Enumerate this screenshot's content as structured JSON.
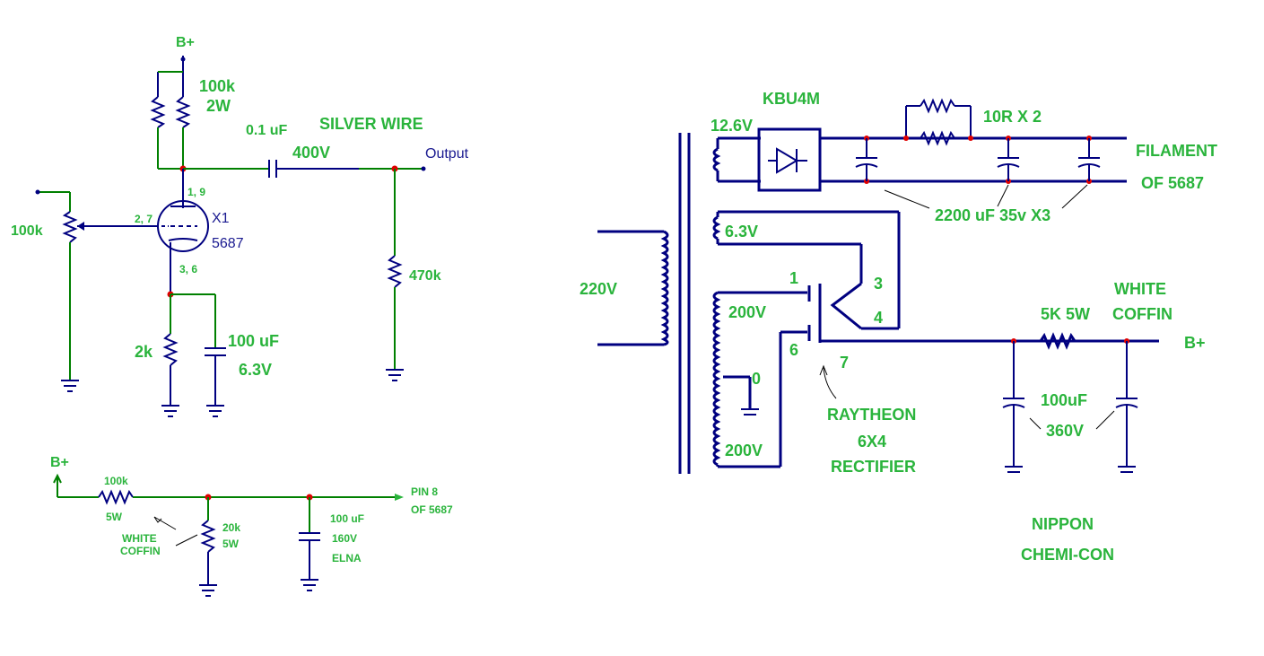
{
  "amp": {
    "b_plus": "B+",
    "plate_res_value": "100k",
    "plate_res_power": "2W",
    "coupling_cap_value": "0.1 uF",
    "coupling_cap_voltage": "400V",
    "silver_wire": "SILVER WIRE",
    "output": "Output",
    "tube_pins_plate": "1, 9",
    "tube_pins_grid": "2, 7",
    "tube_pins_cathode": "3, 6",
    "tube_ref": "X1",
    "tube_type": "5687",
    "volume_pot": "100k",
    "load_res": "470k",
    "cathode_res": "2k",
    "cathode_cap_value": "100 uF",
    "cathode_cap_voltage": "6.3V"
  },
  "filter": {
    "b_plus": "B+",
    "res_value": "100k",
    "res_power": "5W",
    "white": "WHITE",
    "coffin": "COFFIN",
    "res2_value": "20k",
    "res2_power": "5W",
    "cap_value": "100 uF",
    "cap_voltage": "160V",
    "cap_brand": "ELNA",
    "pin8": "PIN 8",
    "of5687": "OF 5687"
  },
  "psu": {
    "bridge": "KBU4M",
    "v126": "12.6V",
    "res_label": "10R X 2",
    "filament1": "FILAMENT",
    "filament2": "OF 5687",
    "caps_label": "2200 uF 35v X3",
    "v63": "6.3V",
    "primary": "220V",
    "sec200a": "200V",
    "sec0": "0",
    "sec200b": "200V",
    "pin1": "1",
    "pin6": "6",
    "pin3": "3",
    "pin4": "4",
    "pin7": "7",
    "rect1": "RAYTHEON",
    "rect2": "6X4",
    "rect3": "RECTIFIER",
    "choke_res": "5K 5W",
    "white": "WHITE",
    "coffin": "COFFIN",
    "b_plus": "B+",
    "cap_value": "100uF",
    "cap_voltage": "360V",
    "brand1": "NIPPON",
    "brand2": "CHEMI-CON"
  }
}
